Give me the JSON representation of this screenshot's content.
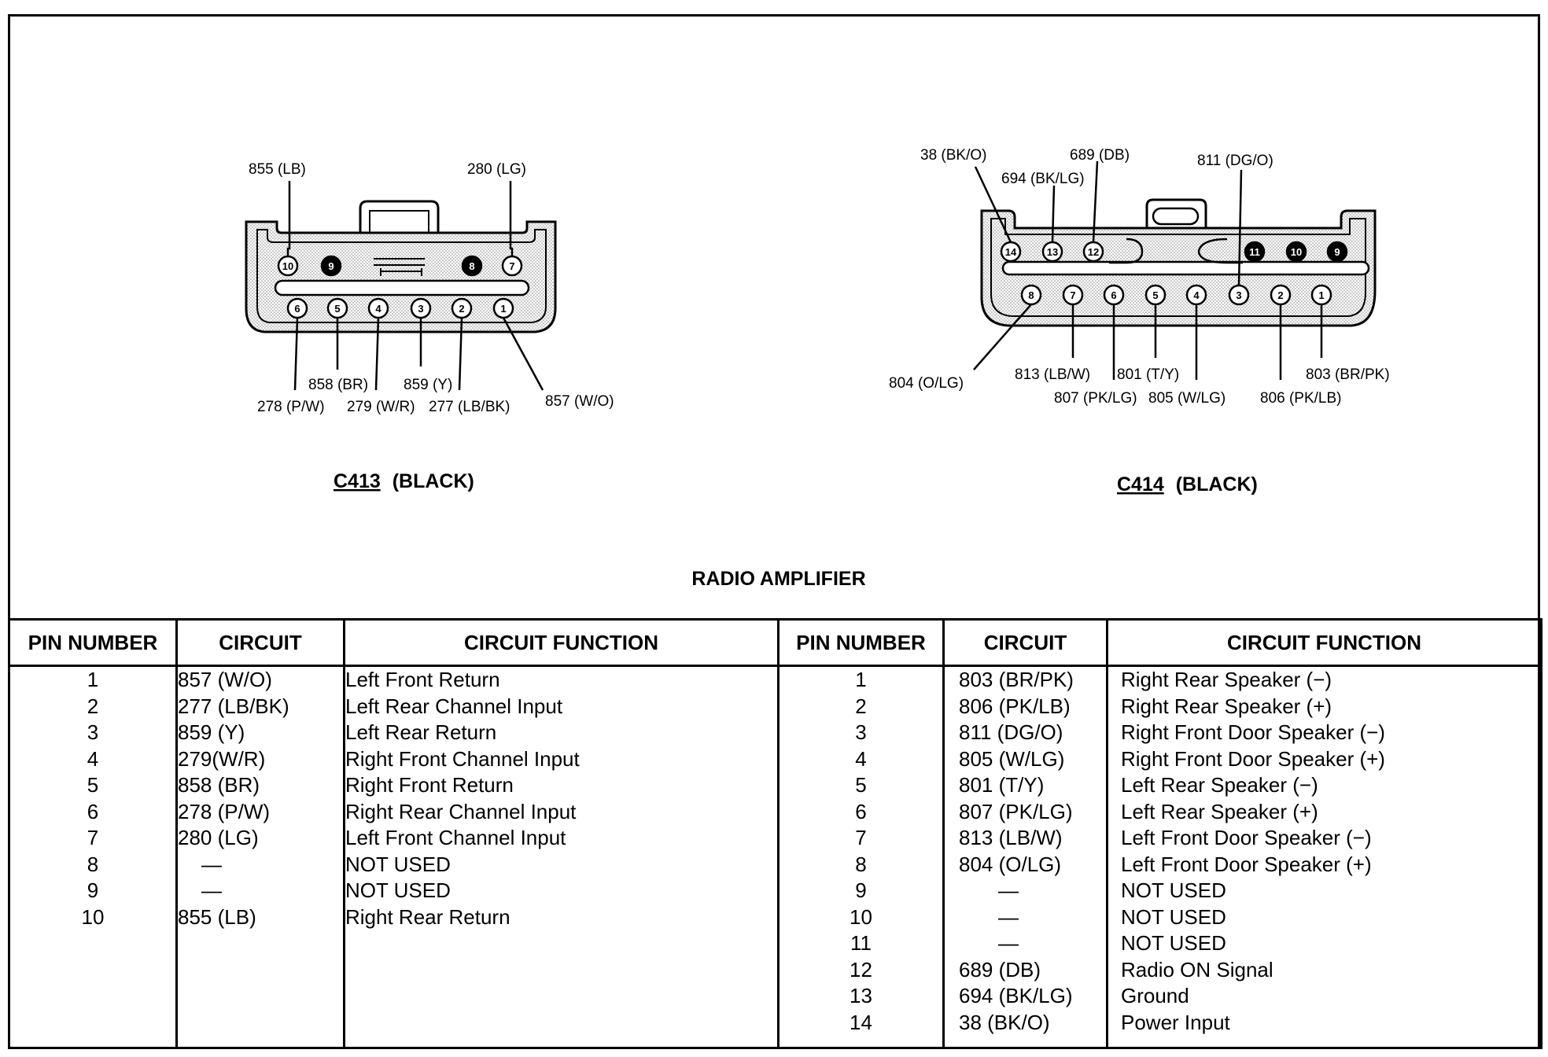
{
  "diagram": {
    "title": "RADIO AMPLIFIER",
    "c413": {
      "connector_id": "C413",
      "connector_color": "(BLACK)",
      "labels": {
        "w855": "855 (LB)",
        "w280": "280 (LG)",
        "w858": "858 (BR)",
        "w859": "859 (Y)",
        "w278": "278 (P/W)",
        "w279": "279 (W/R)",
        "w277": "277 (LB/BK)",
        "w857": "857 (W/O)"
      },
      "pins_top": [
        "10",
        "9",
        "8",
        "7"
      ],
      "pins_bottom": [
        "6",
        "5",
        "4",
        "3",
        "2",
        "1"
      ]
    },
    "c414": {
      "connector_id": "C414",
      "connector_color": "(BLACK)",
      "labels": {
        "w38": "38 (BK/O)",
        "w689": "689 (DB)",
        "w694": "694 (BK/LG)",
        "w811": "811 (DG/O)",
        "w804": "804 (O/LG)",
        "w813": "813 (LB/W)",
        "w801": "801 (T/Y)",
        "w803": "803 (BR/PK)",
        "w807": "807 (PK/LG)",
        "w805": "805 (W/LG)",
        "w806": "806 (PK/LB)"
      },
      "pins_top": [
        "14",
        "13",
        "12",
        "11",
        "10",
        "9"
      ],
      "pins_bottom": [
        "8",
        "7",
        "6",
        "5",
        "4",
        "3",
        "2",
        "1"
      ]
    }
  },
  "table": {
    "headers": [
      "PIN NUMBER",
      "CIRCUIT",
      "CIRCUIT FUNCTION",
      "PIN NUMBER",
      "CIRCUIT",
      "CIRCUIT FUNCTION"
    ],
    "left": {
      "pins": [
        "1",
        "2",
        "3",
        "4",
        "5",
        "6",
        "7",
        "8",
        "9",
        "10"
      ],
      "circuits": [
        "857 (W/O)",
        "277 (LB/BK)",
        "859 (Y)",
        "279(W/R)",
        "858 (BR)",
        "278 (P/W)",
        "280 (LG)",
        "—",
        "—",
        "855 (LB)"
      ],
      "functions": [
        "Left Front Return",
        "Left Rear Channel Input",
        "Left Rear Return",
        "Right Front Channel Input",
        "Right Front Return",
        "Right Rear Channel Input",
        "Left Front Channel Input",
        "NOT USED",
        "NOT USED",
        "Right Rear Return"
      ]
    },
    "right": {
      "pins": [
        "1",
        "2",
        "3",
        "4",
        "5",
        "6",
        "7",
        "8",
        "9",
        "10",
        "11",
        "12",
        "13",
        "14"
      ],
      "circuits": [
        "803 (BR/PK)",
        "806 (PK/LB)",
        "811 (DG/O)",
        "805 (W/LG)",
        "801 (T/Y)",
        "807 (PK/LG)",
        "813 (LB/W)",
        "804 (O/LG)",
        "—",
        "—",
        "—",
        "689 (DB)",
        "694 (BK/LG)",
        "38 (BK/O)"
      ],
      "functions": [
        "Right Rear Speaker (−)",
        "Right Rear Speaker (+)",
        "Right Front Door Speaker (−)",
        "Right Front Door Speaker (+)",
        "Left Rear Speaker (−)",
        "Left Rear Speaker (+)",
        "Left Front Door Speaker (−)",
        "Left Front Door Speaker (+)",
        "NOT USED",
        "NOT USED",
        "NOT USED",
        "Radio ON Signal",
        "Ground",
        "Power Input"
      ]
    }
  }
}
